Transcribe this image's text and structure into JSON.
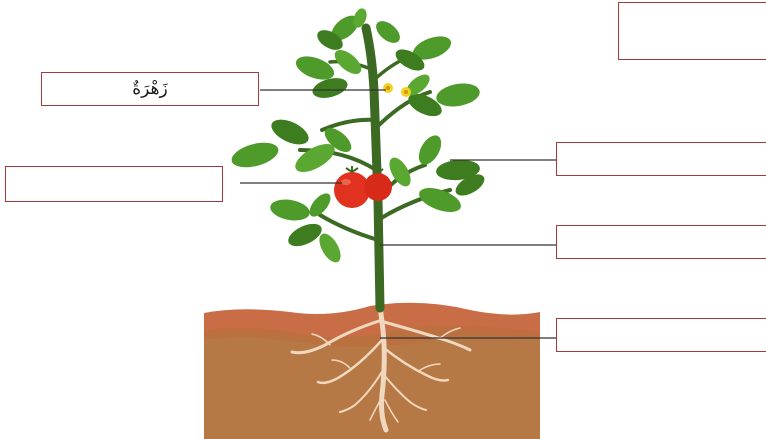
{
  "diagram": {
    "title": "",
    "labels": [
      {
        "id": "flower",
        "text": "زَهْرَةٌ"
      },
      {
        "id": "fruit",
        "text": ""
      },
      {
        "id": "leaf",
        "text": ""
      },
      {
        "id": "stem",
        "text": ""
      },
      {
        "id": "root",
        "text": ""
      },
      {
        "id": "top-right",
        "text": ""
      }
    ],
    "colors": {
      "box_border": "#a63a3a",
      "soil": "#b87845",
      "soil_top": "#c9724a",
      "stem": "#3f6b22",
      "leaf": "#4e9a2a",
      "leaf_dark": "#3d7d1f",
      "tomato": "#e0321e",
      "flower": "#f5d020",
      "root": "#f2dcc4"
    }
  }
}
